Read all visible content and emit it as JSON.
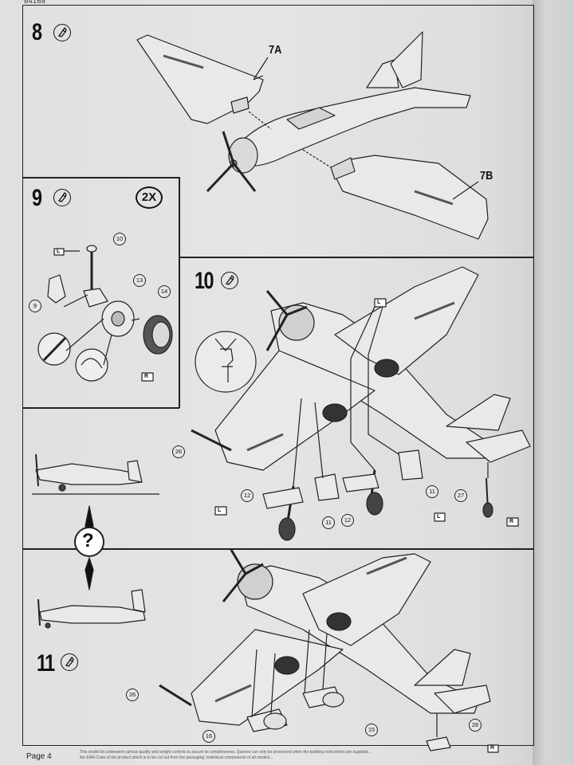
{
  "header": {
    "code": "04168"
  },
  "steps": {
    "s8": {
      "number": "8",
      "callouts": [
        "7A",
        "7B"
      ]
    },
    "s9": {
      "number": "9",
      "multiplier": "2X",
      "parts": [
        "10",
        "9",
        "13",
        "14"
      ]
    },
    "s10": {
      "number": "10",
      "parts": [
        "26",
        "12",
        "11",
        "12",
        "11",
        "27"
      ]
    },
    "s11": {
      "number": "11",
      "parts": [
        "26",
        "16",
        "15",
        "28"
      ]
    }
  },
  "marks": {
    "left": "L",
    "right": "R"
  },
  "question": "?",
  "footer": {
    "page": "Page 4",
    "line1": "This model kit underwent various quality and weight controls to assure its completeness. Queries can only be processed when the building instructions are supplied...",
    "line2": "the EAN-Code of the product which is to be cut out from the packaging. Individual components of all models..."
  }
}
